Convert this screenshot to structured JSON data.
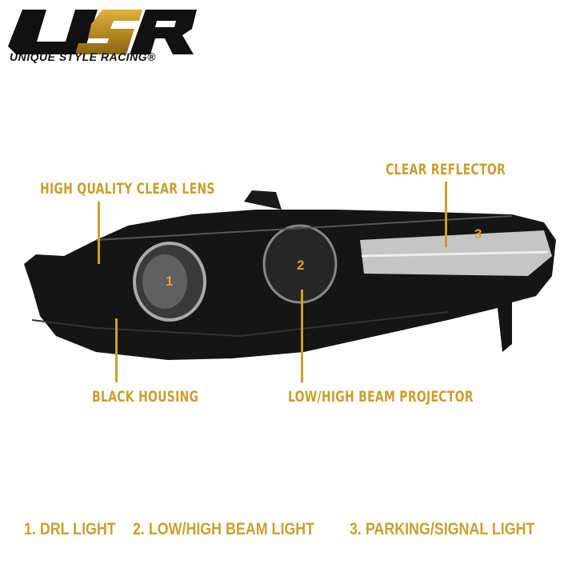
{
  "brand": {
    "logo_text": "USR",
    "tagline": "UNIQUE STYLE RACING®"
  },
  "callouts": {
    "clear_lens": "HIGH QUALITY CLEAR LENS",
    "clear_reflector": "CLEAR REFLECTOR",
    "black_housing": "BLACK HOUSING",
    "projector": "LOW/HIGH BEAM PROJECTOR"
  },
  "markers": [
    "1",
    "2",
    "3"
  ],
  "legend": [
    "1. DRL LIGHT",
    "2. LOW/HIGH BEAM LIGHT",
    "3.  PARKING/SIGNAL LIGHT"
  ],
  "colors": {
    "accent": "#c9a030",
    "housing": "#111111"
  }
}
